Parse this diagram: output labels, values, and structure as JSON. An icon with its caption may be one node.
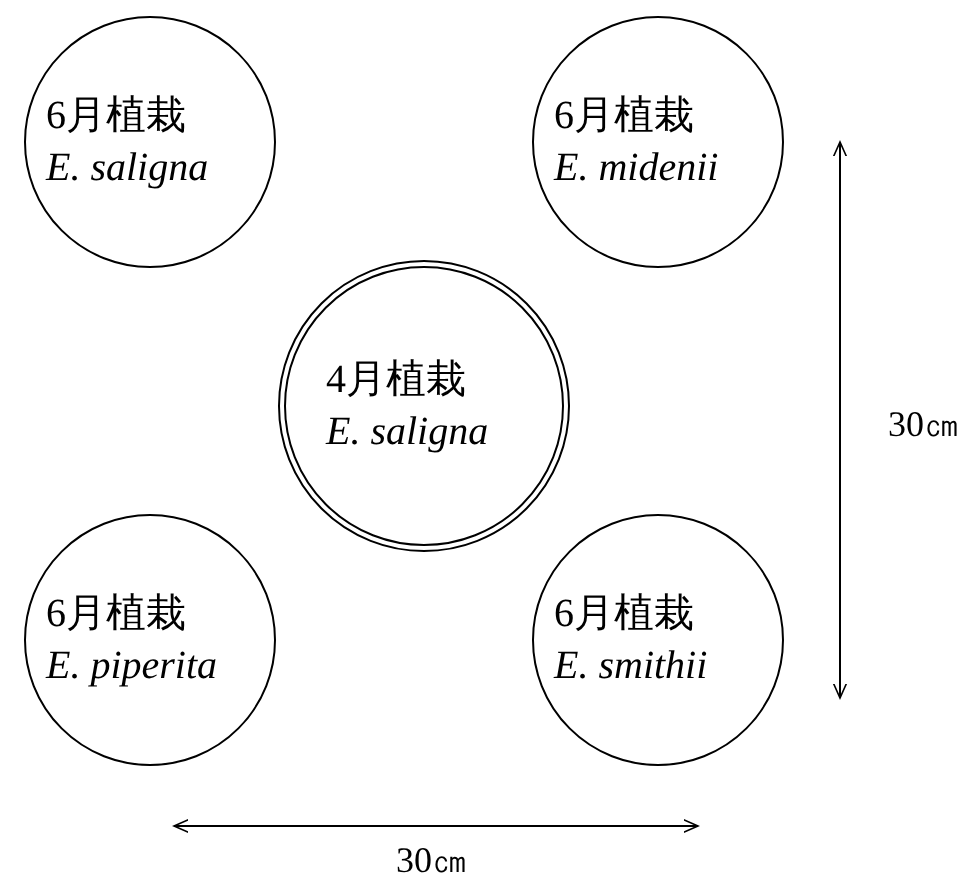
{
  "diagram": {
    "nodes": [
      {
        "text": [
          "6月植栽",
          "E. saligna"
        ]
      },
      {
        "text": [
          "6月植栽",
          "E. midenii"
        ]
      },
      {
        "text": [
          "4月植栽",
          "E. saligna"
        ]
      },
      {
        "text": [
          "6月植栽",
          "E. piperita"
        ]
      },
      {
        "text": [
          "6月植栽",
          "E. smithii"
        ]
      }
    ],
    "labels": [
      "30㎝",
      "30㎝"
    ]
  }
}
